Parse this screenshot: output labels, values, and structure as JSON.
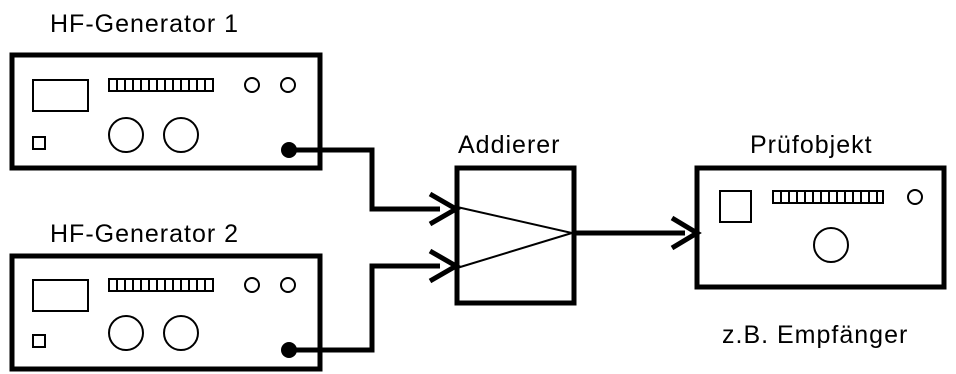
{
  "labels": {
    "generator1": "HF-Generator 1",
    "generator2": "HF-Generator 2",
    "adder": "Addierer",
    "device_under_test": "Prüfobjekt",
    "example_note": "z.B. Empfänger"
  },
  "colors": {
    "line": "#000000",
    "background": "#ffffff"
  }
}
